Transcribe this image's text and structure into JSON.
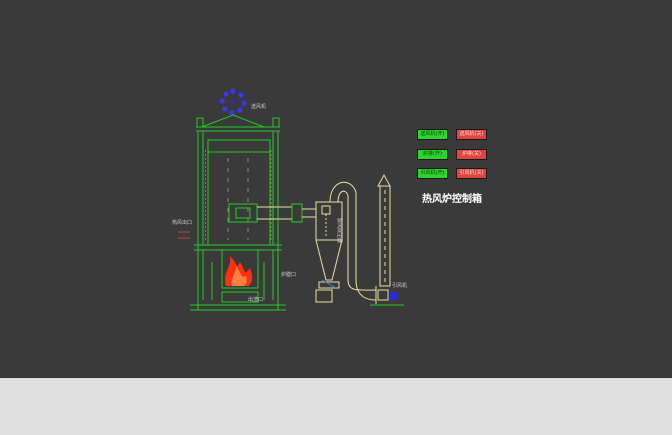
{
  "labels": {
    "blower": "送风机",
    "hot_air_outlet": "热风出口",
    "firebox": "炉膛口",
    "ash_outlet": "出渣口",
    "cyclone": "旋风除尘器",
    "induced_fan": "引风机"
  },
  "panel": {
    "title": "热风炉控制箱",
    "buttons": [
      {
        "label": "送风机(开)",
        "state": "on"
      },
      {
        "label": "送风机(关)",
        "state": "off"
      },
      {
        "label": "炉排(开)",
        "state": "on"
      },
      {
        "label": "炉排(关)",
        "state": "off"
      },
      {
        "label": "引风机(开)",
        "state": "on"
      },
      {
        "label": "引风机(关)",
        "state": "off"
      }
    ]
  },
  "colors": {
    "background": "#3a3a3a",
    "equipment_line": "#22cc22",
    "duct_line": "#e8e0a0",
    "fan": "#2a2ad8",
    "flame": "#ff3010",
    "btn_on": "#2ed42e",
    "btn_off": "#e0443e"
  }
}
